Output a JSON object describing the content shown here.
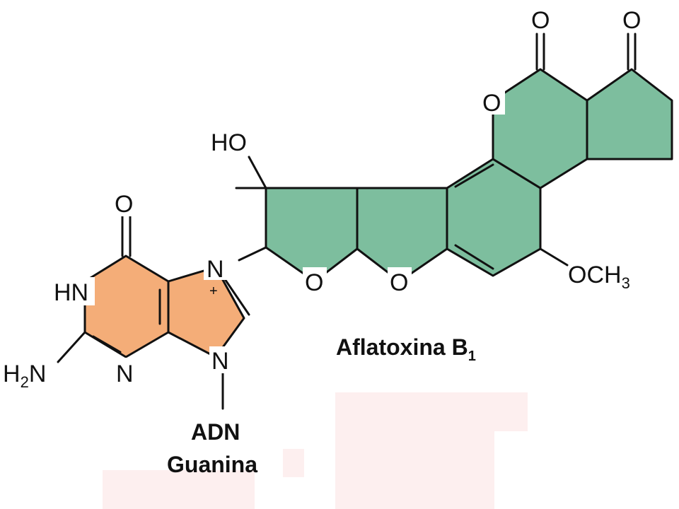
{
  "colors": {
    "guanine_fill": "#F4AD78",
    "aflatoxin_fill": "#7DBE9E",
    "background_patch": "#FDEFEF",
    "ink": "#111111"
  },
  "guanine": {
    "atoms": {
      "o_carbonyl": "O",
      "hn": "HN",
      "h2n_h": "H",
      "h2n_sub": "2",
      "h2n_n": "N",
      "n3": "N",
      "n7": "N",
      "n7_charge": "+",
      "n9": "N"
    },
    "label_line1": "ADN",
    "label_line2": "Guanina"
  },
  "aflatoxin": {
    "atoms": {
      "ho": "HO",
      "o_furan_1": "O",
      "o_furan_2": "O",
      "o_lactone_ring": "O",
      "o_lactone_carbonyl": "O",
      "o_ketone": "O",
      "och3_main": "OCH",
      "och3_sub": "3"
    },
    "label_main": "Aflatoxina B",
    "label_sub": "1"
  }
}
